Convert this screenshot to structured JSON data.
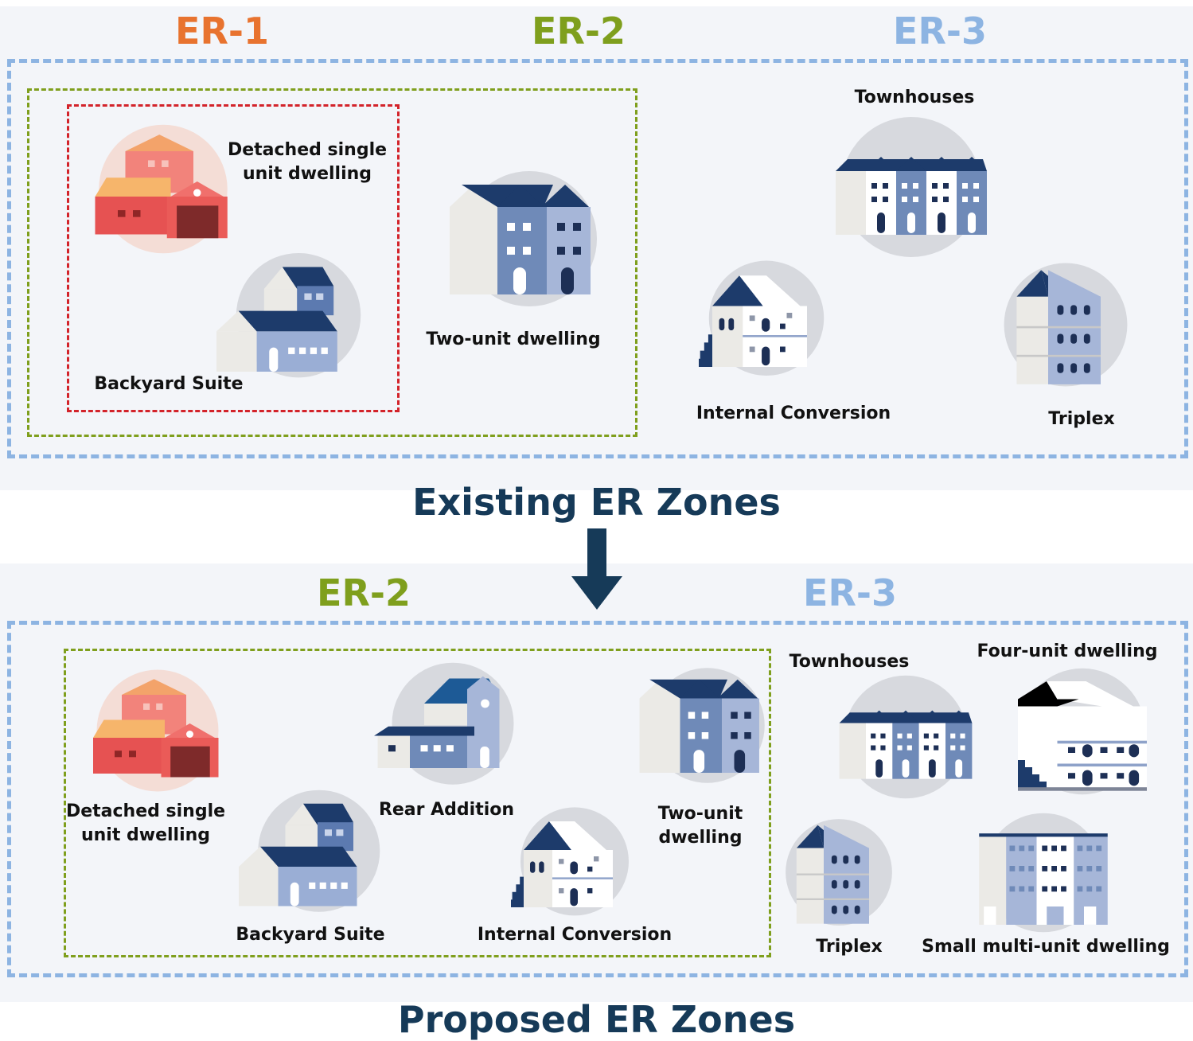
{
  "colors": {
    "er1": "#e8732f",
    "er2": "#7f9f1d",
    "er3": "#8db4e2",
    "er1_box": "#d3232a",
    "title": "#163a58"
  },
  "existing": {
    "title": "Existing ER Zones",
    "zones": {
      "er1": "ER-1",
      "er2": "ER-2",
      "er3": "ER-3"
    },
    "labels": {
      "detached_line1": "Detached single",
      "detached_line2": "unit dwelling",
      "backyard": "Backyard Suite",
      "two_unit": "Two-unit dwelling",
      "townhouses": "Townhouses",
      "internal": "Internal Conversion",
      "triplex": "Triplex"
    }
  },
  "proposed": {
    "title": "Proposed ER Zones",
    "zones": {
      "er2": "ER-2",
      "er3": "ER-3"
    },
    "labels": {
      "detached_line1": "Detached single",
      "detached_line2": "unit dwelling",
      "backyard": "Backyard Suite",
      "rear": "Rear Addition",
      "internal": "Internal Conversion",
      "two_unit_line1": "Two-unit",
      "two_unit_line2": "dwelling",
      "townhouses": "Townhouses",
      "four_unit": "Four-unit dwelling",
      "triplex": "Triplex",
      "small_multi": "Small multi-unit dwelling"
    }
  },
  "icons": [
    "detached-house-icon",
    "backyard-suite-icon",
    "two-unit-icon",
    "townhouses-icon",
    "internal-conversion-icon",
    "triplex-icon",
    "rear-addition-icon",
    "four-unit-icon",
    "small-multi-unit-icon",
    "down-arrow-icon"
  ]
}
